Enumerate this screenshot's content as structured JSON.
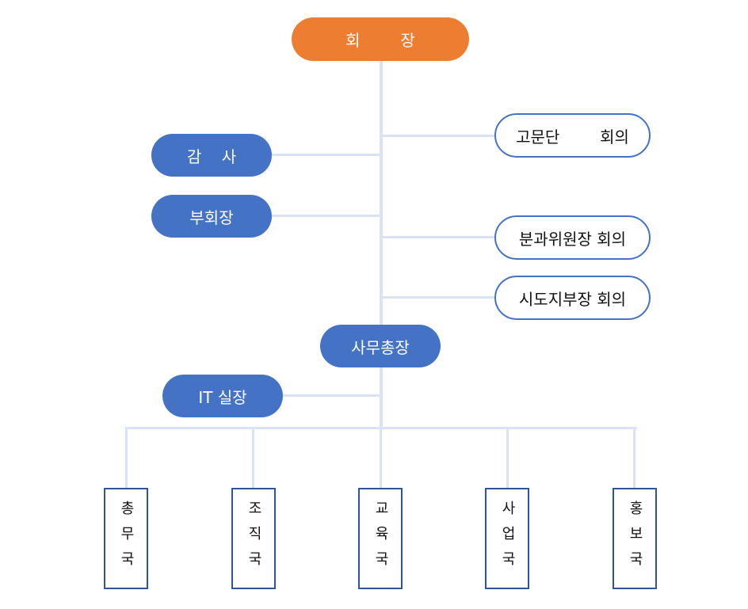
{
  "chairman": "회        장",
  "audit": "감    사",
  "vice_chairman": "부회장",
  "advisory_meeting": "고문단        회의",
  "committee_meeting": "분과위원장 회의",
  "regional_meeting": "시도지부장 회의",
  "secretary_general": "사무총장",
  "it_office": "IT 실장",
  "departments": [
    "총무국",
    "조직국",
    "교육국",
    "사업국",
    "홍보국"
  ],
  "colors": {
    "chairman": "#ed7d31",
    "node": "#4472c4",
    "connector": "#dae3f3",
    "department_border": "#2f5597"
  }
}
